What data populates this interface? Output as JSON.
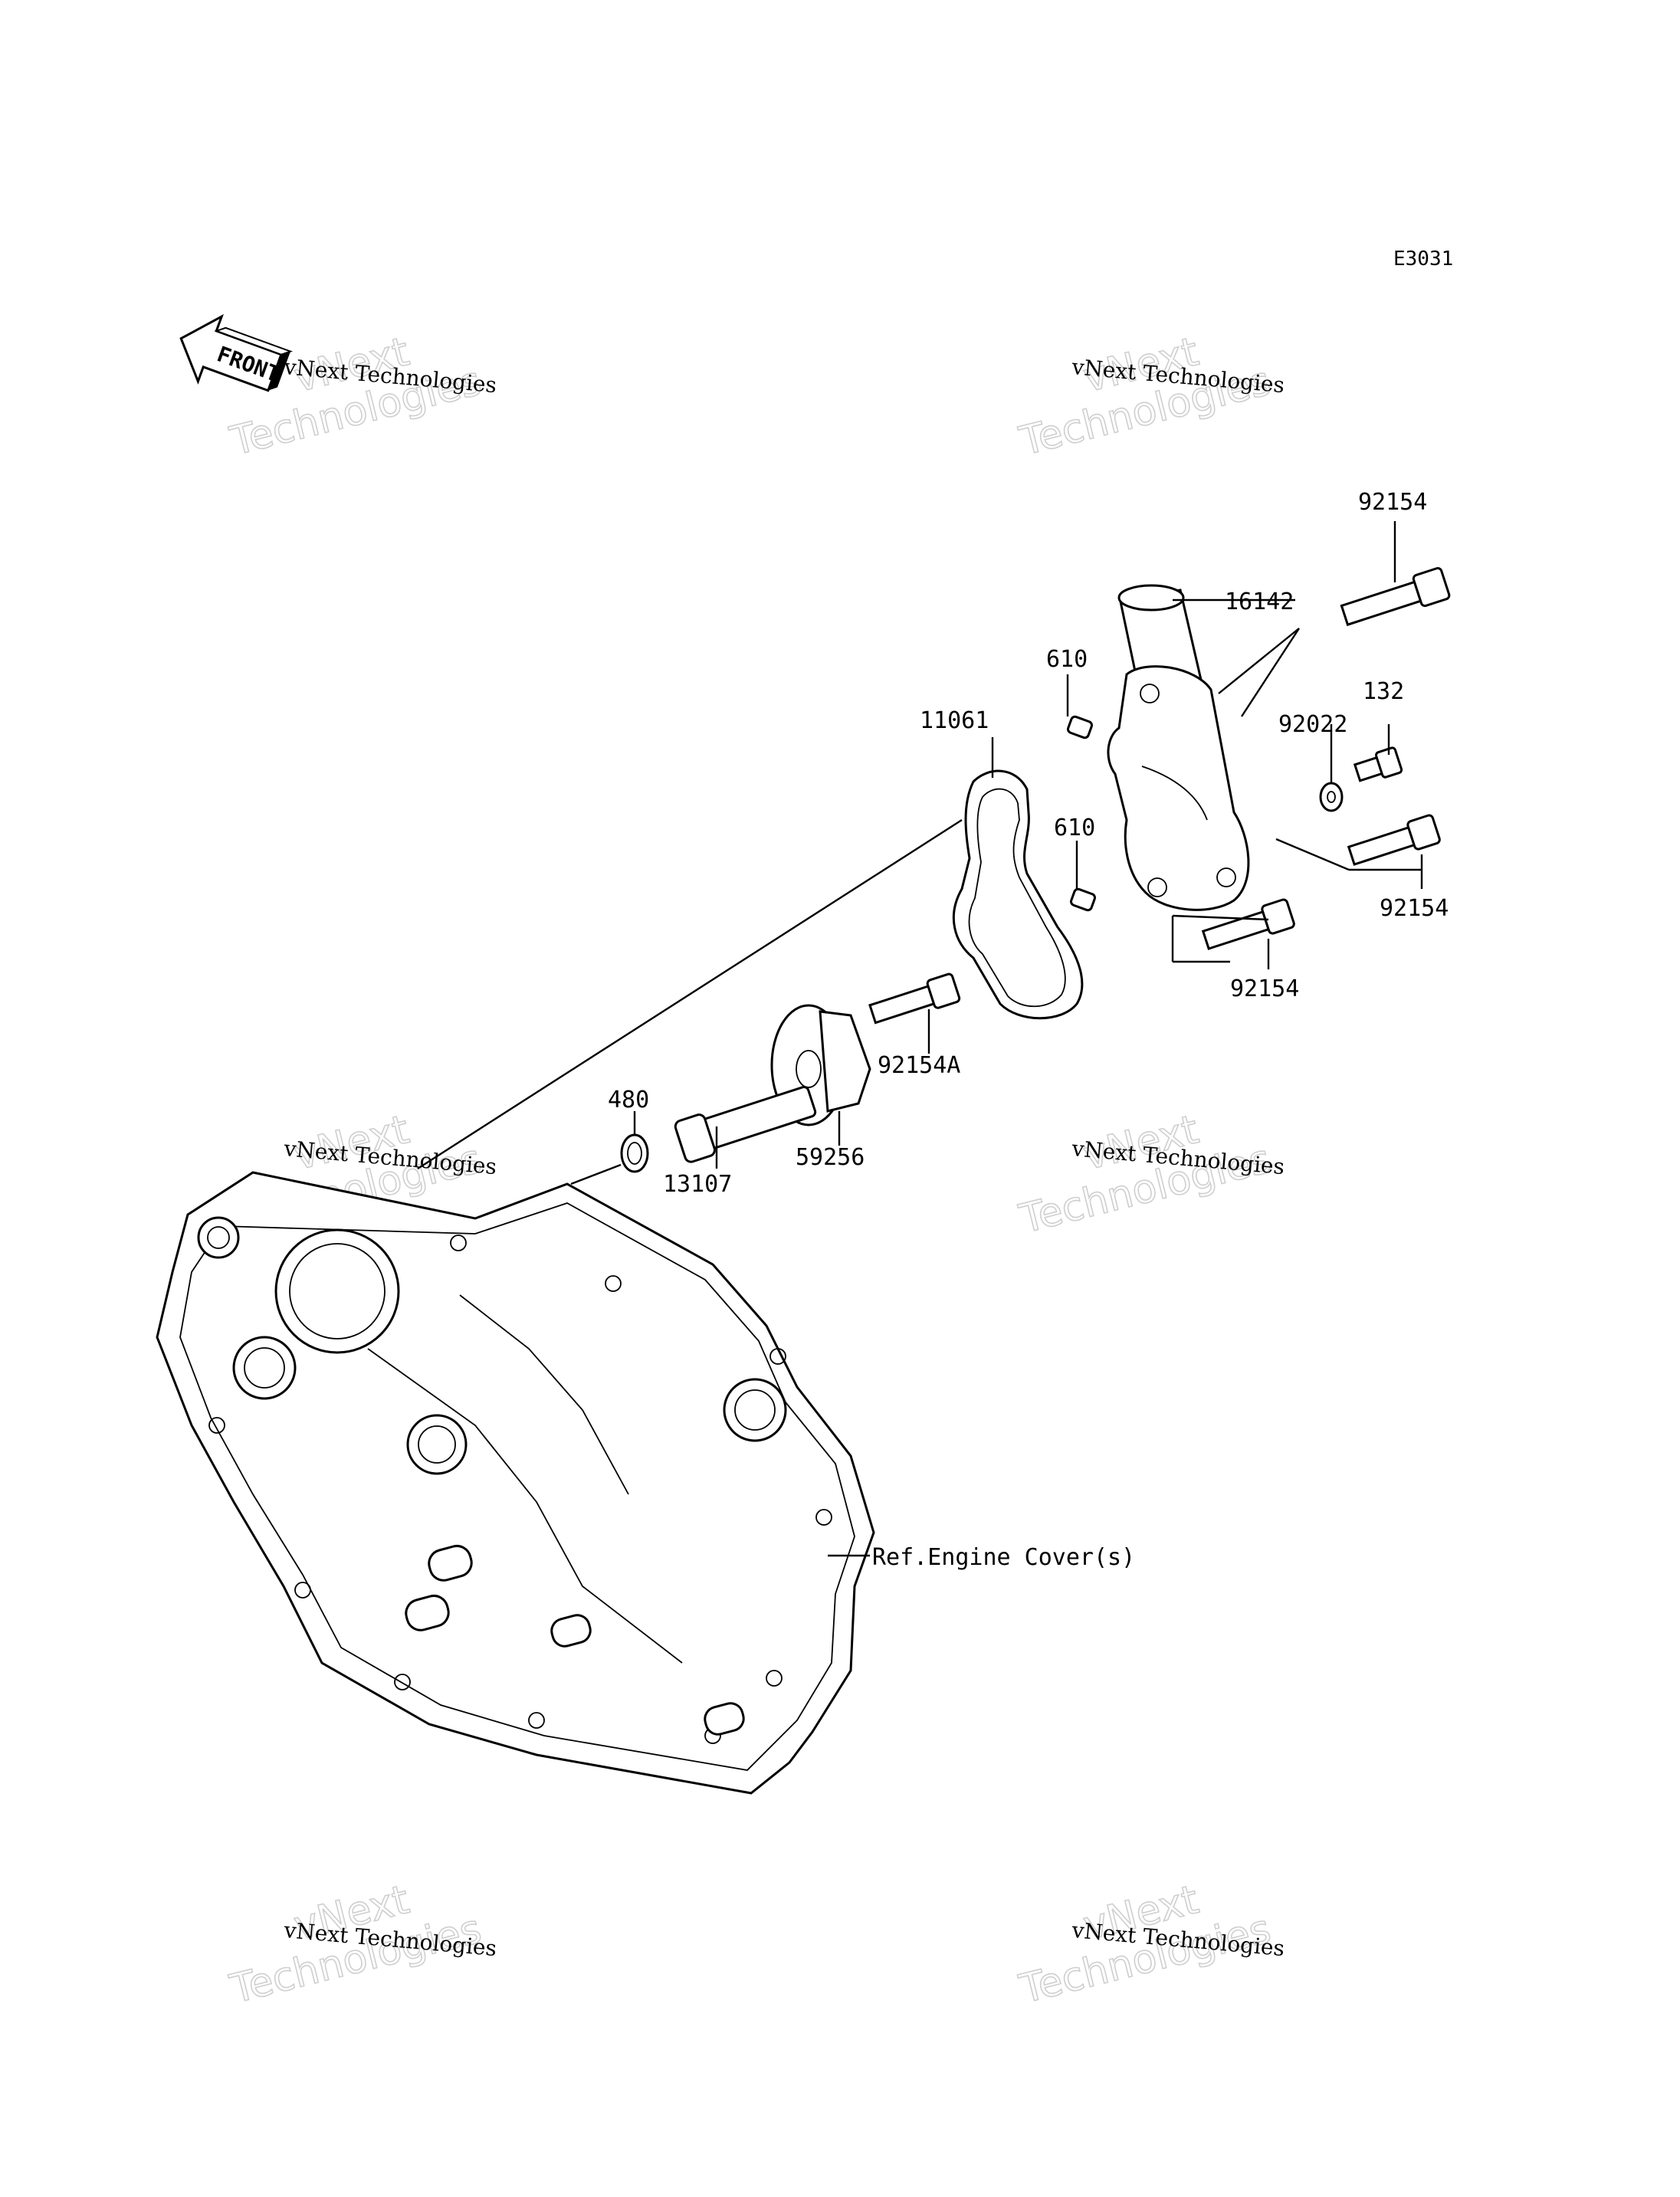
{
  "diagram_code": "E3031",
  "front_label": "FRONT",
  "watermark": {
    "line1": "vNext",
    "line2": "Technologies",
    "caption": "vNext Technologies"
  },
  "callouts": {
    "p92154_top": "92154",
    "p16142": "16142",
    "p610_top": "610",
    "p132": "132",
    "p92022": "92022",
    "p11061": "11061",
    "p610_mid": "610",
    "p92154_right": "92154",
    "p92154_low": "92154",
    "p92154A": "92154A",
    "p480": "480",
    "p59256": "59256",
    "p13107": "13107",
    "ref_cover": "Ref.Engine Cover(s)"
  }
}
